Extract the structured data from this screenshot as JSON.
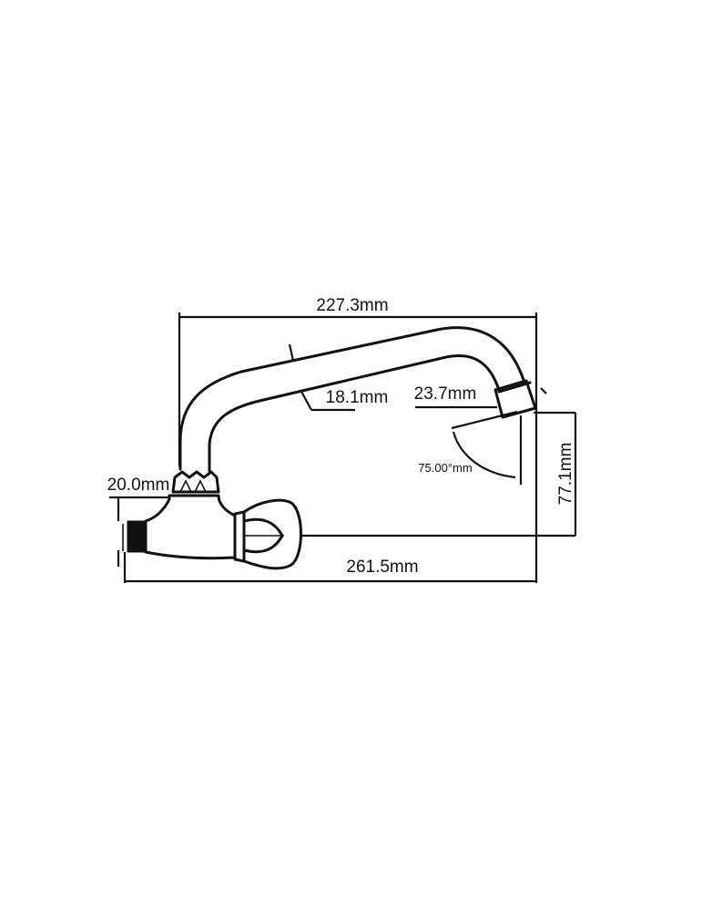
{
  "dimensions": {
    "spout_reach": "227.3mm",
    "spout_diameter": "18.1mm",
    "outlet_diameter": "23.7mm",
    "outlet_angle": "75.00°mm",
    "outlet_height": "77.1mm",
    "inlet_diameter": "20.0mm",
    "overall_length": "261.5mm"
  }
}
